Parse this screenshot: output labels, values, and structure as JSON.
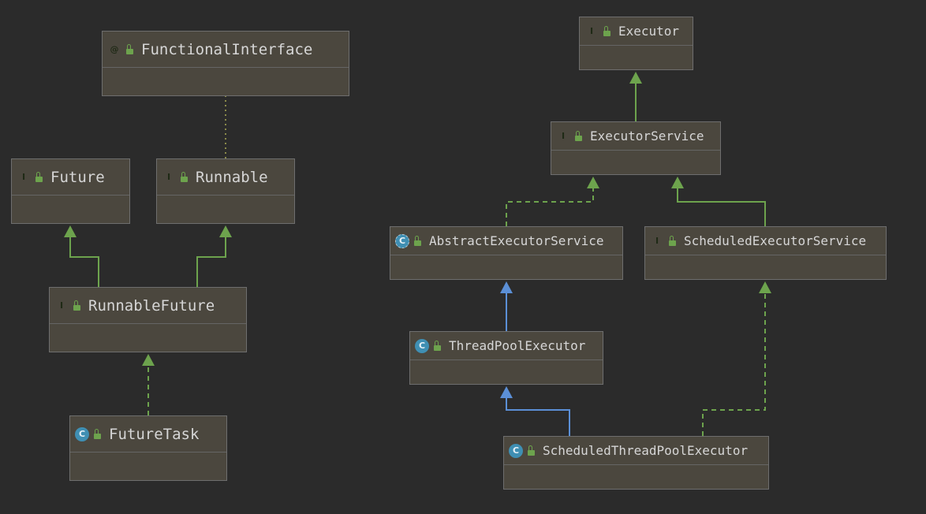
{
  "diagram": {
    "nodes": [
      {
        "id": "functional_interface",
        "label": "FunctionalInterface",
        "kind": "annotation",
        "badge": "@"
      },
      {
        "id": "future",
        "label": "Future",
        "kind": "interface",
        "badge": "I"
      },
      {
        "id": "runnable",
        "label": "Runnable",
        "kind": "interface",
        "badge": "I"
      },
      {
        "id": "runnable_future",
        "label": "RunnableFuture",
        "kind": "interface",
        "badge": "I"
      },
      {
        "id": "future_task",
        "label": "FutureTask",
        "kind": "class",
        "badge": "C"
      },
      {
        "id": "executor",
        "label": "Executor",
        "kind": "interface",
        "badge": "I"
      },
      {
        "id": "executor_service",
        "label": "ExecutorService",
        "kind": "interface",
        "badge": "I"
      },
      {
        "id": "abstract_executor_service",
        "label": "AbstractExecutorService",
        "kind": "abstract",
        "badge": "C"
      },
      {
        "id": "scheduled_executor_service",
        "label": "ScheduledExecutorService",
        "kind": "interface",
        "badge": "I"
      },
      {
        "id": "thread_pool_executor",
        "label": "ThreadPoolExecutor",
        "kind": "class",
        "badge": "C"
      },
      {
        "id": "scheduled_thread_pool_executor",
        "label": "ScheduledThreadPoolExecutor",
        "kind": "class",
        "badge": "C"
      }
    ],
    "edges": [
      {
        "from": "runnable",
        "to": "functional_interface",
        "type": "annotation"
      },
      {
        "from": "runnable_future",
        "to": "future",
        "type": "extends-interface"
      },
      {
        "from": "runnable_future",
        "to": "runnable",
        "type": "extends-interface"
      },
      {
        "from": "future_task",
        "to": "runnable_future",
        "type": "implements"
      },
      {
        "from": "executor_service",
        "to": "executor",
        "type": "extends-interface"
      },
      {
        "from": "abstract_executor_service",
        "to": "executor_service",
        "type": "implements"
      },
      {
        "from": "scheduled_executor_service",
        "to": "executor_service",
        "type": "extends-interface"
      },
      {
        "from": "thread_pool_executor",
        "to": "abstract_executor_service",
        "type": "extends-class"
      },
      {
        "from": "scheduled_thread_pool_executor",
        "to": "thread_pool_executor",
        "type": "extends-class"
      },
      {
        "from": "scheduled_thread_pool_executor",
        "to": "scheduled_executor_service",
        "type": "implements"
      }
    ]
  },
  "colors": {
    "background": "#2b2b2b",
    "node_fill": "#4b473e",
    "node_border": "#6e6e6e",
    "edge_interface": "#6da34d",
    "edge_class": "#5b8fd6",
    "edge_annotation": "#8a8a4a",
    "badge_interface": "#62b543",
    "badge_class": "#3f8fb3"
  },
  "icons": {
    "interface": "interface-icon",
    "class": "class-icon",
    "abstract": "abstract-class-icon",
    "annotation": "annotation-icon",
    "visibility": "unlocked-public-icon"
  }
}
